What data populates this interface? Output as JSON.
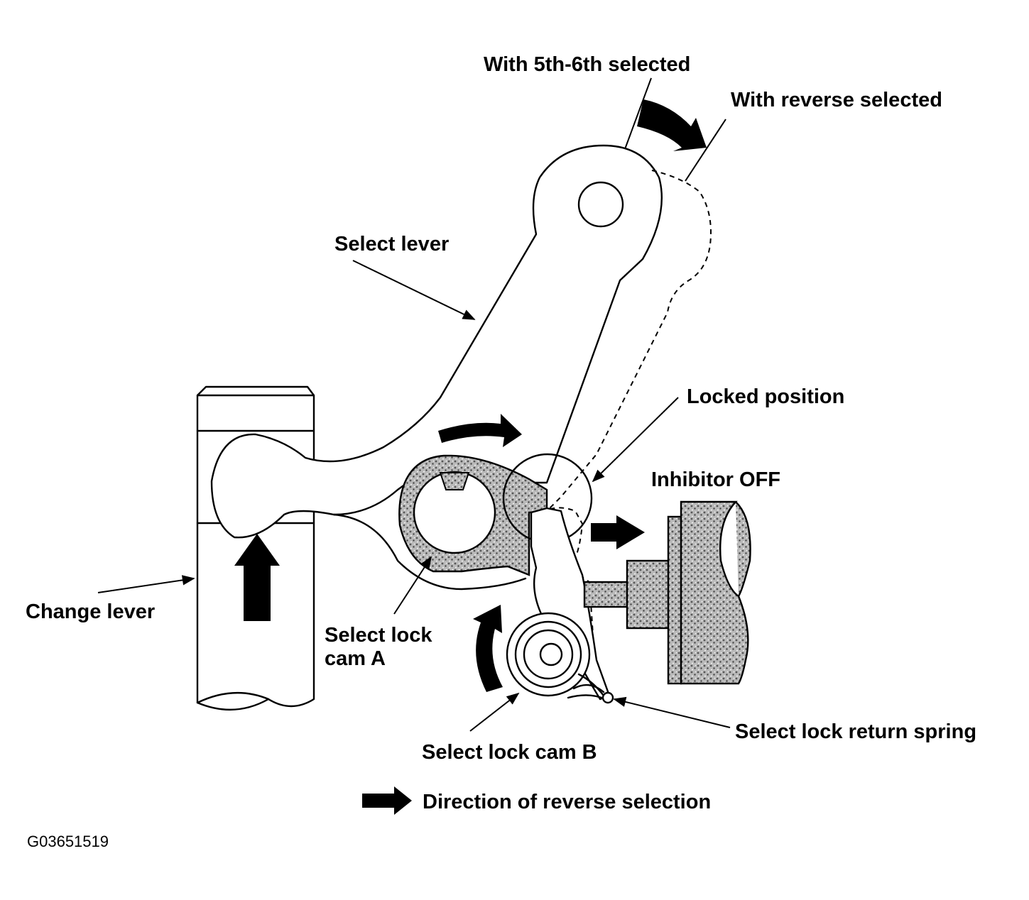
{
  "labels": {
    "with_5th_6th": "With 5th-6th selected",
    "with_reverse": "With reverse selected",
    "select_lever": "Select lever",
    "locked_position": "Locked position",
    "inhibitor_off": "Inhibitor OFF",
    "change_lever": "Change lever",
    "select_lock_cam_a_line1": "Select lock",
    "select_lock_cam_a_line2": "cam A",
    "select_lock_cam_b": "Select lock cam B",
    "select_lock_return_spring": "Select lock return spring",
    "legend_direction": "Direction of reverse selection",
    "figure_code": "G03651519"
  },
  "colors": {
    "ink": "#000000",
    "paper": "#ffffff",
    "stipple": "#8a8a8a"
  }
}
